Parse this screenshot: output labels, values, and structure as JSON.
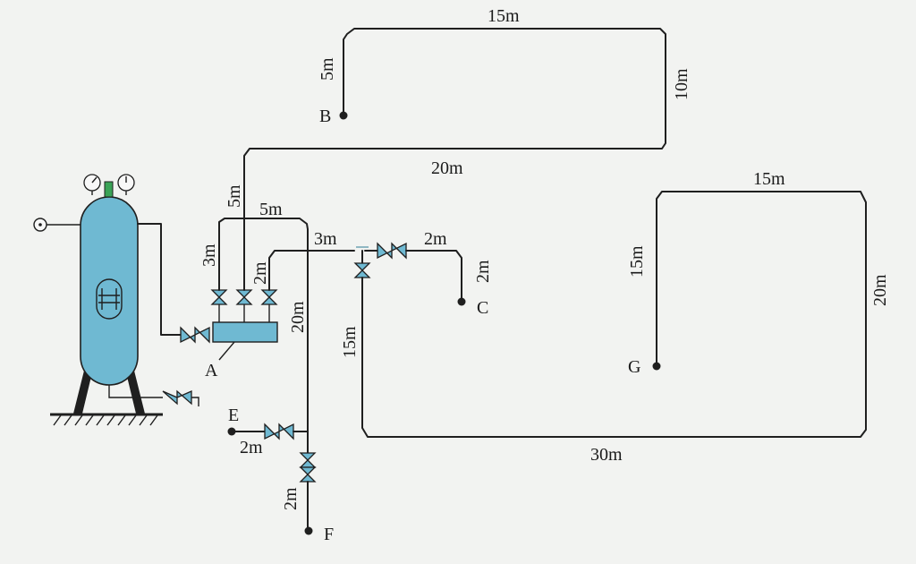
{
  "colors": {
    "vessel": "#6fb9d2",
    "pipe": "#1f1f1f",
    "background": "#f2f3f1",
    "gauge_cap": "#3aa356"
  },
  "points": {
    "A": "A",
    "B": "B",
    "C": "C",
    "E": "E",
    "F": "F",
    "G": "G"
  },
  "lengths": {
    "b_top": "15m",
    "b_right": "10m",
    "b_left": "5m",
    "main_20m": "20m",
    "riser_5m": "5m",
    "header_5m": "5m",
    "drop_3m": "3m",
    "drop_2m": "2m",
    "branch_3m": "3m",
    "c_run_2m": "2m",
    "c_drop_2m": "2m",
    "vertical_20m": "20m",
    "vertical_15m": "15m",
    "bottom_30m": "30m",
    "g_top_15m": "15m",
    "g_right_20m": "20m",
    "g_left_15m": "15m",
    "e_2m": "2m",
    "f_2m": "2m"
  }
}
